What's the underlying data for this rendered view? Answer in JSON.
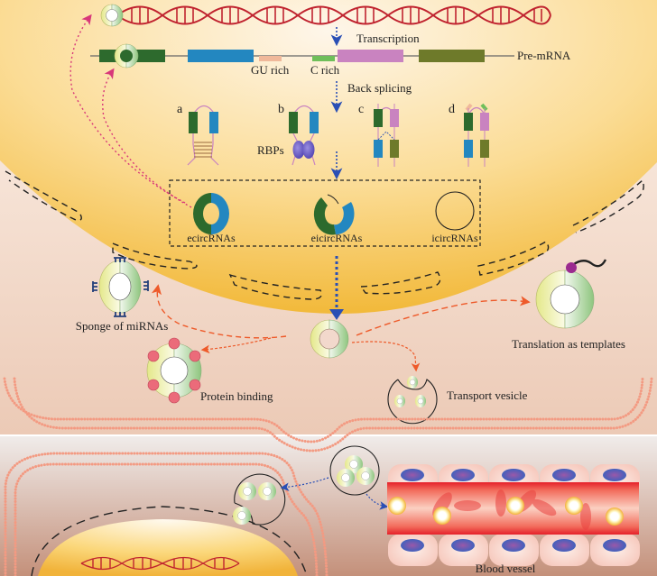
{
  "nucleus": {
    "transcription_label": "Transcription",
    "pre_mrna_label": "Pre-mRNA",
    "gu_rich_label": "GU rich",
    "c_rich_label": "C rich",
    "back_splicing_label": "Back splicing",
    "mechanisms": [
      {
        "letter": "a"
      },
      {
        "letter": "b",
        "note": "RBPs"
      },
      {
        "letter": "c"
      },
      {
        "letter": "d"
      }
    ],
    "circrna_types": [
      {
        "label": "ecircRNAs"
      },
      {
        "label": "eicircRNAs"
      },
      {
        "label": "icircRNAs"
      }
    ]
  },
  "cytoplasm": {
    "functions": [
      {
        "label": "Sponge of miRNAs"
      },
      {
        "label": "Protein binding"
      },
      {
        "label": "Translation as templates"
      },
      {
        "label": "Transport vesicle"
      }
    ]
  },
  "extracellular": {
    "blood_vessel_label": "Blood vessel"
  },
  "colors": {
    "exon_green": "#2d6a2d",
    "exon_blue": "#2387c0",
    "exon_pink": "#c983c0",
    "exon_olive": "#6e7a2a",
    "gu_rich": "#f0b89a",
    "c_rich": "#6fbf5a",
    "dna_red": "#c0232f",
    "arrow_orange": "#ee5a2a",
    "arrow_blue": "#2a4fb5",
    "arrow_magenta": "#d8377a",
    "membrane_dots": "#f39a82"
  }
}
